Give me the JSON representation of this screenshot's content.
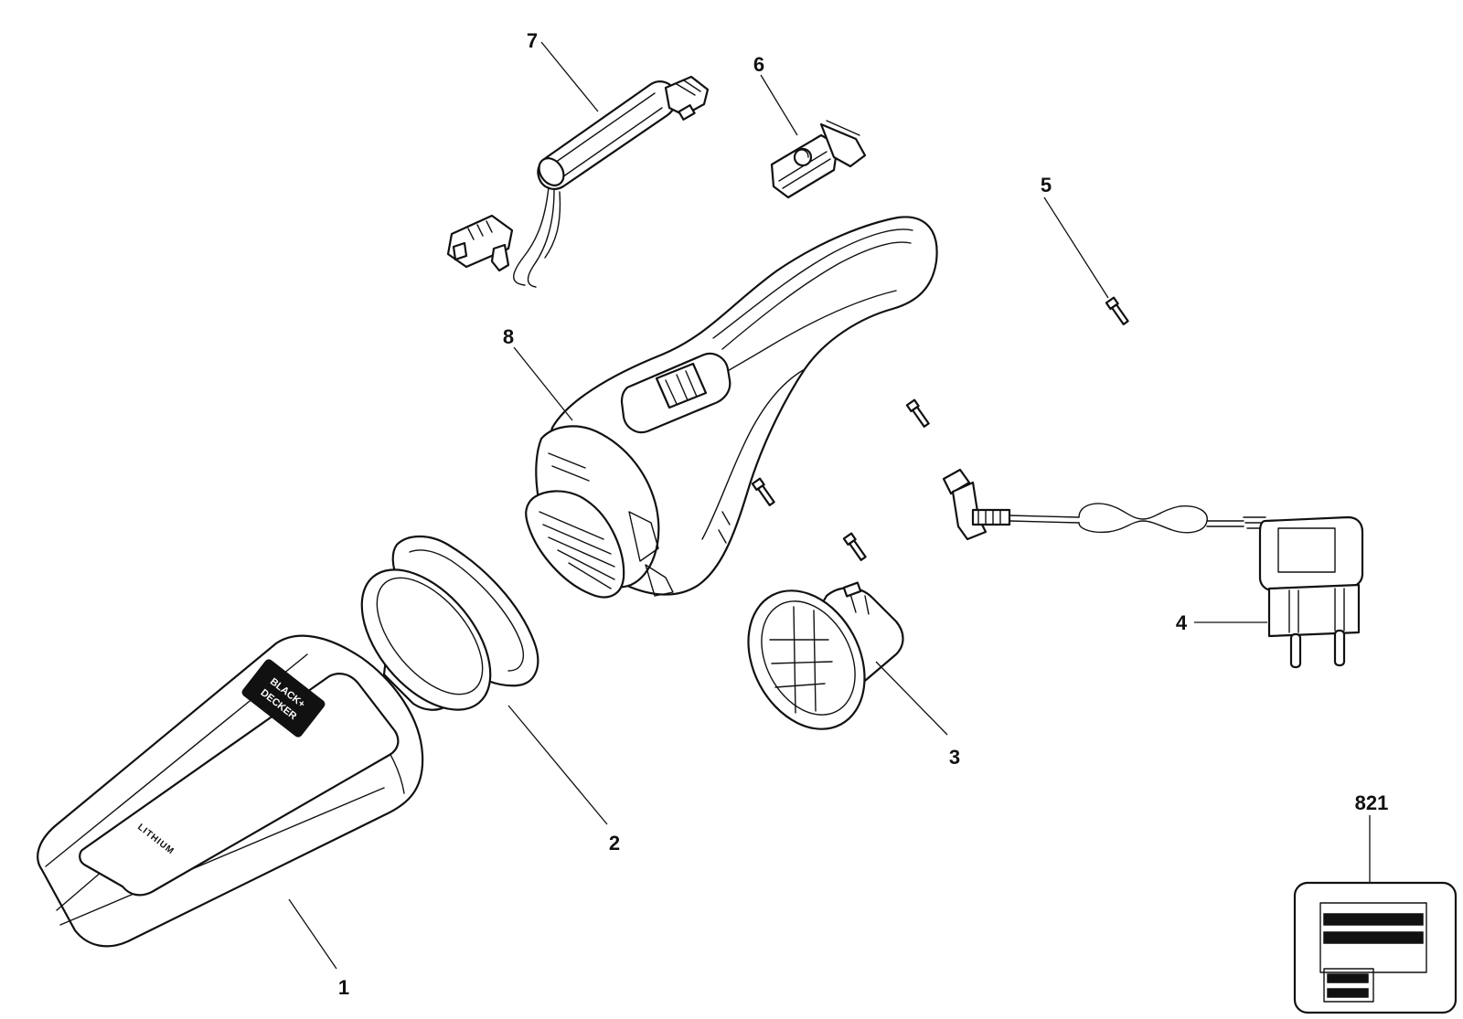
{
  "callouts": {
    "c1": "1",
    "c2": "2",
    "c3": "3",
    "c4": "4",
    "c5": "5",
    "c6": "6",
    "c7": "7",
    "c8": "8",
    "c821": "821"
  },
  "product_text": {
    "logo_line1": "BLACK+",
    "logo_line2": "DECKER",
    "battery_label": "LITHIUM"
  },
  "colors": {
    "ink": "#111111",
    "paper": "#ffffff"
  }
}
